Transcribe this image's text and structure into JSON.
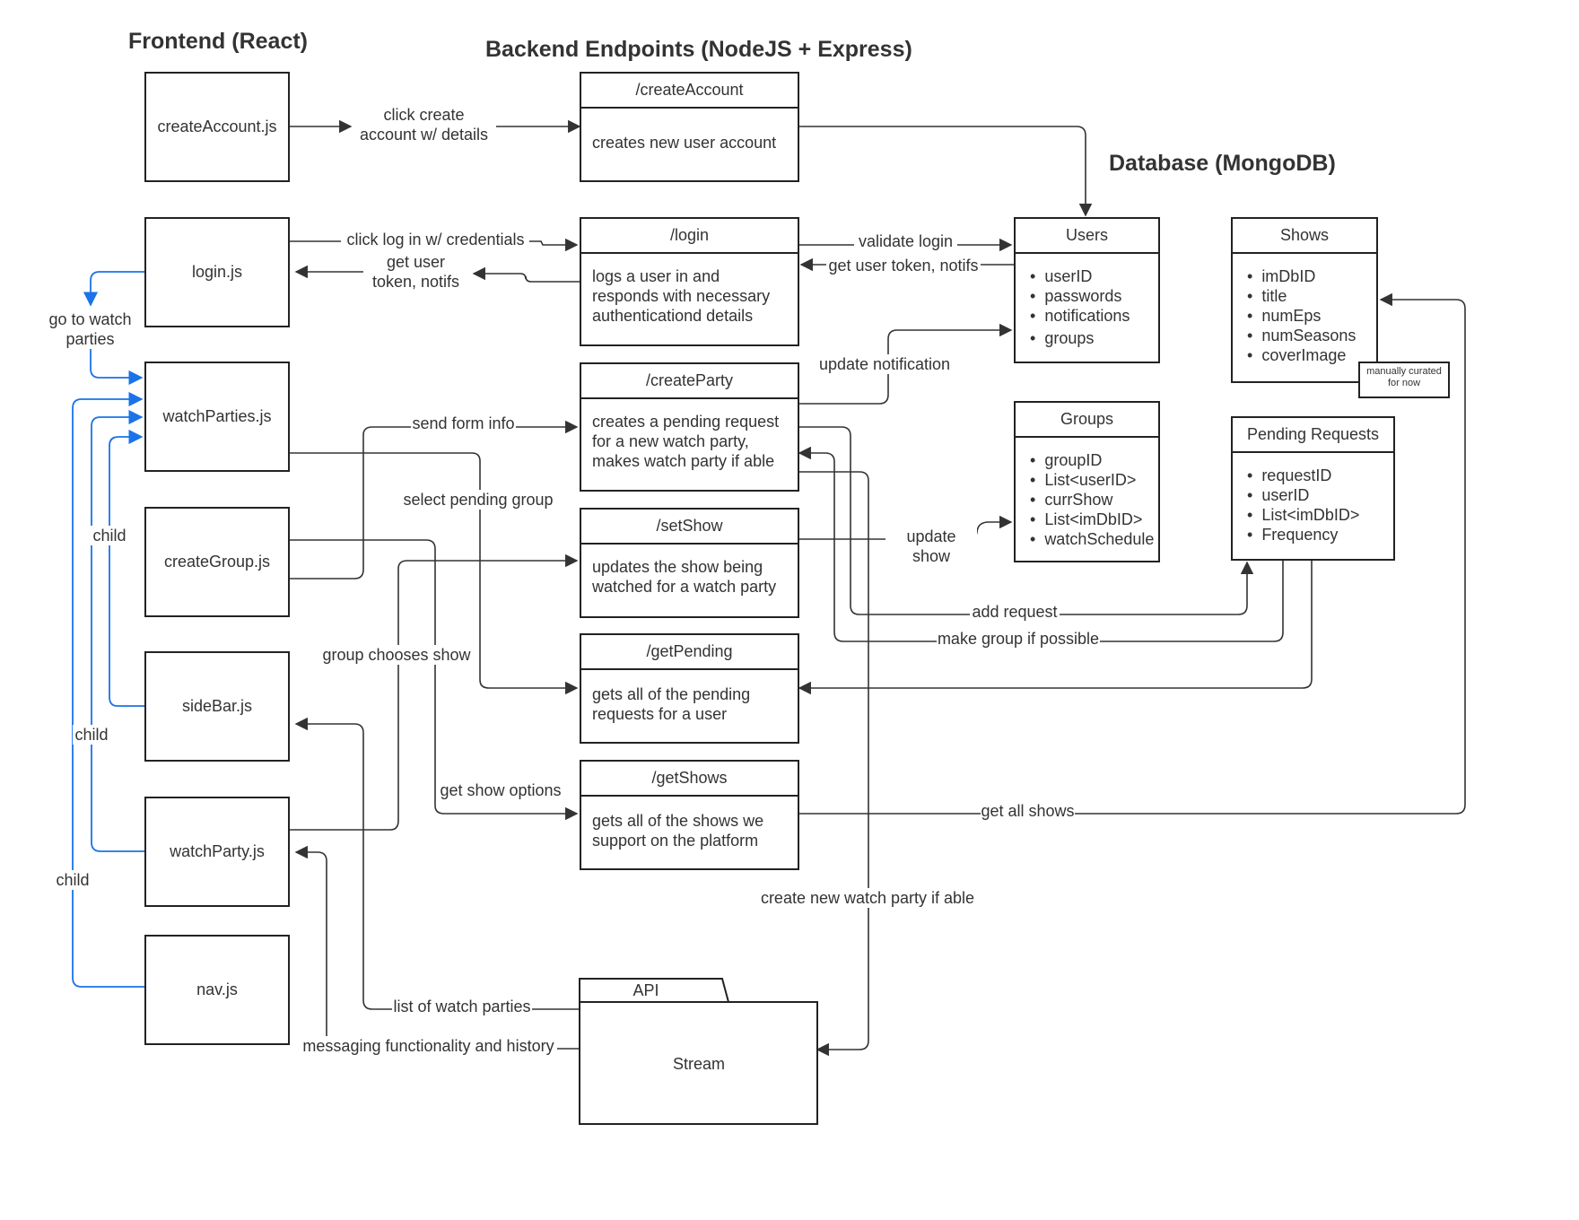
{
  "headings": {
    "frontend": "Frontend (React)",
    "backend": "Backend Endpoints (NodeJS + Express)",
    "database": "Database (MongoDB)"
  },
  "frontend": {
    "createAccount": "createAccount.js",
    "login": "login.js",
    "watchParties": "watchParties.js",
    "createGroup": "createGroup.js",
    "sideBar": "sideBar.js",
    "watchParty": "watchParty.js",
    "nav": "nav.js"
  },
  "endpoints": {
    "createAccount": {
      "title": "/createAccount",
      "desc": "creates new user account"
    },
    "login": {
      "title": "/login",
      "desc": "logs a user in and\nresponds with necessary\nauthenticationd details"
    },
    "createParty": {
      "title": "/createParty",
      "desc": "creates a pending request\nfor a new watch party,\nmakes watch party if able"
    },
    "setShow": {
      "title": "/setShow",
      "desc": "updates the show being\nwatched for a watch party"
    },
    "getPending": {
      "title": "/getPending",
      "desc": "gets all of the pending\nrequests for a user"
    },
    "getShows": {
      "title": "/getShows",
      "desc": "gets all of the shows we\nsupport on the platform"
    }
  },
  "api": {
    "tab": "API",
    "body": "Stream"
  },
  "collections": {
    "users": {
      "title": "Users",
      "fields": [
        "userID",
        "passwords",
        "notifications",
        "groups"
      ]
    },
    "shows": {
      "title": "Shows",
      "fields": [
        "imDbID",
        "title",
        "numEps",
        "numSeasons",
        "coverImage"
      ],
      "note": "manually curated\nfor now"
    },
    "groups": {
      "title": "Groups",
      "fields": [
        "groupID",
        "List<userID>",
        "currShow",
        "List<imDbID>",
        "watchSchedule"
      ]
    },
    "pending": {
      "title": "Pending Requests",
      "fields": [
        "requestID",
        "userID",
        "List<imDbID>",
        "Frequency"
      ]
    }
  },
  "labels": {
    "clickCreate": "click create\naccount w/ details",
    "clickLogin": "click log in w/ credentials",
    "getUserToken": "get user\ntoken, notifs",
    "validateLogin": "validate login",
    "getUserTokenDb": "get user token, notifs",
    "goToWatch": "go to watch\nparties",
    "updateNotification": "update notification",
    "sendFormInfo": "send form info",
    "selectPendingGroup": "select pending group",
    "updateShow": "update show",
    "child1": "child",
    "child2": "child",
    "child3": "child",
    "groupChoosesShow": "group chooses show",
    "addRequest": "add request",
    "makeGroup": "make group if possible",
    "getShowOptions": "get show options",
    "getAllShows": "get all shows",
    "createWatchParty": "create new watch party if able",
    "listWatchParties": "list of watch parties",
    "messaging": "messaging functionality  and history"
  },
  "colors": {
    "line": "#333333",
    "frontend_link": "#1a73e8",
    "border": "#222222"
  }
}
